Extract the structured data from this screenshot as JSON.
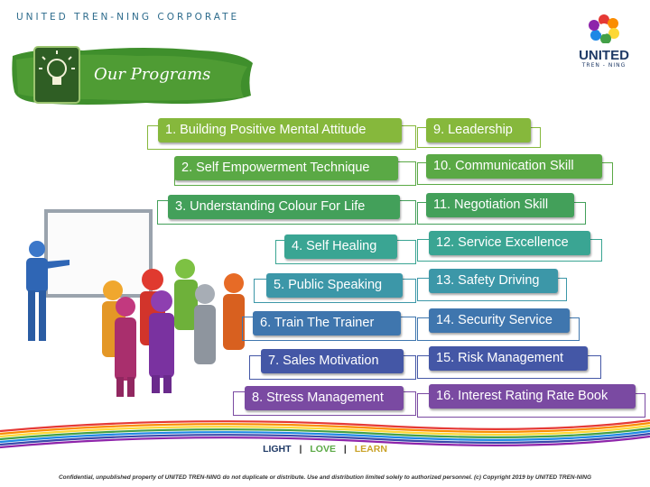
{
  "header": {
    "company": "UNITED TREN-NING CORPORATE"
  },
  "logo": {
    "name": "UNITED",
    "sub": "TREN - NING"
  },
  "banner": {
    "title": "Our Programs"
  },
  "programs_left": [
    {
      "label": "1. Building Positive Mental Attitude",
      "color": "#86b83c"
    },
    {
      "label": "2. Self Empowerment Technique",
      "color": "#5aa945"
    },
    {
      "label": "3. Understanding Colour For Life",
      "color": "#43a05a"
    },
    {
      "label": "4. Self Healing",
      "color": "#3aa593"
    },
    {
      "label": "5. Public Speaking",
      "color": "#3c97a8"
    },
    {
      "label": "6. Train The Trainer",
      "color": "#3f76ae"
    },
    {
      "label": "7. Sales Motivation",
      "color": "#4457a6"
    },
    {
      "label": "8. Stress Management",
      "color": "#7a4aa2"
    }
  ],
  "programs_right": [
    {
      "label": "9. Leadership",
      "color": "#86b83c"
    },
    {
      "label": "10. Communication Skill",
      "color": "#5aa945"
    },
    {
      "label": "11. Negotiation Skill",
      "color": "#43a05a"
    },
    {
      "label": "12. Service Excellence",
      "color": "#3aa593"
    },
    {
      "label": "13. Safety Driving",
      "color": "#3c97a8"
    },
    {
      "label": "14. Security Service",
      "color": "#3f76ae"
    },
    {
      "label": "15. Risk Management",
      "color": "#4457a6"
    },
    {
      "label": "16. Interest Rating Rate Book",
      "color": "#7a4aa2"
    }
  ],
  "footer": {
    "light": "LIGHT",
    "sep1": "|",
    "love": "LOVE",
    "sep2": "|",
    "learn": "LEARN",
    "light_color": "#1f3a66",
    "love_color": "#5aa945",
    "learn_color": "#c9a227",
    "confidential": "Confidential, unpublished property of UNITED TREN-NING  do not duplicate or distribute.  Use and distribution limited solely to authorized personnel. (c) Copyright 2019 by UNITED TREN-NING"
  }
}
